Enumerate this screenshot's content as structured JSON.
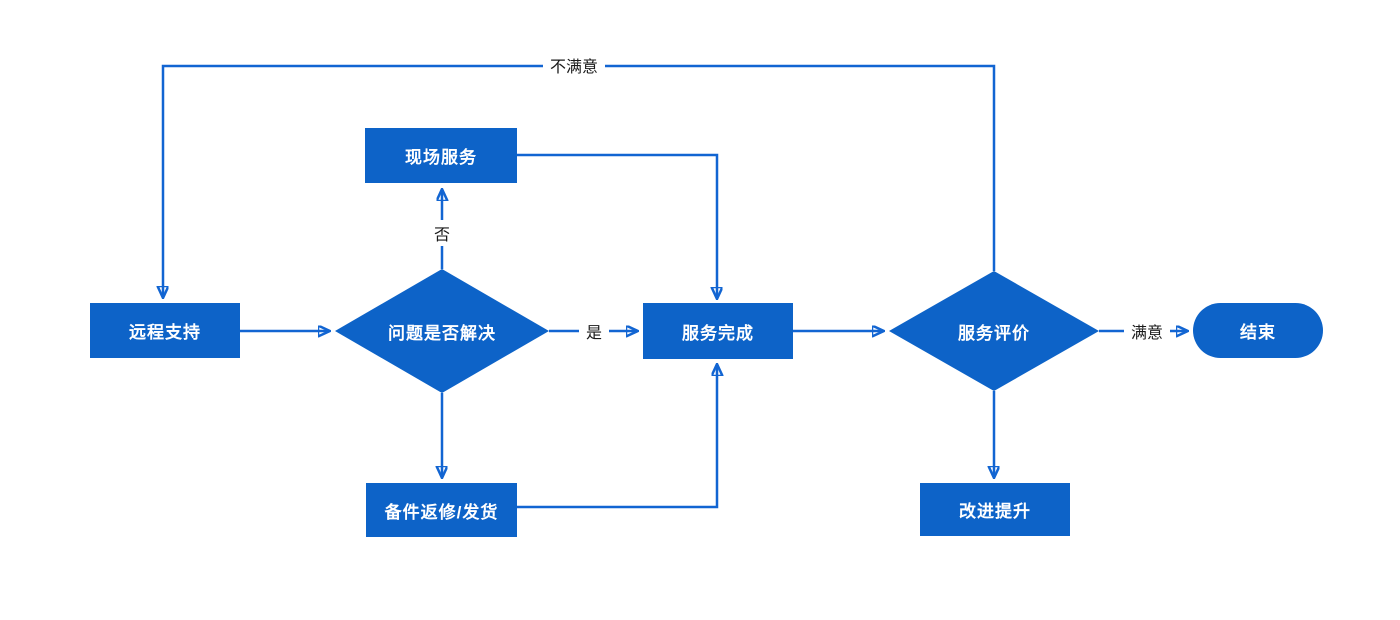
{
  "diagram": {
    "type": "flowchart",
    "background": "#ffffff",
    "colors": {
      "shape_fill": "#0d63c8",
      "connector": "#1265d2",
      "shape_text": "#ffffff",
      "edge_label_text": "#1a1a1a"
    },
    "nodes": [
      {
        "id": "remote-support",
        "type": "process",
        "label": "远程支持"
      },
      {
        "id": "problem-solved",
        "type": "decision",
        "label": "问题是否解决"
      },
      {
        "id": "onsite-service",
        "type": "process",
        "label": "现场服务"
      },
      {
        "id": "service-complete",
        "type": "process",
        "label": "服务完成"
      },
      {
        "id": "parts-repair",
        "type": "process",
        "label": "备件返修/发货"
      },
      {
        "id": "service-evaluation",
        "type": "decision",
        "label": "服务评价"
      },
      {
        "id": "end",
        "type": "terminator",
        "label": "结束"
      },
      {
        "id": "improvement",
        "type": "process",
        "label": "改进提升"
      }
    ],
    "edges": [
      {
        "from": "remote-support",
        "to": "problem-solved",
        "label": ""
      },
      {
        "from": "problem-solved",
        "to": "onsite-service",
        "label": "否"
      },
      {
        "from": "onsite-service",
        "to": "service-complete",
        "label": ""
      },
      {
        "from": "problem-solved",
        "to": "service-complete",
        "label": "是"
      },
      {
        "from": "problem-solved",
        "to": "parts-repair",
        "label": ""
      },
      {
        "from": "parts-repair",
        "to": "service-complete",
        "label": ""
      },
      {
        "from": "service-complete",
        "to": "service-evaluation",
        "label": ""
      },
      {
        "from": "service-evaluation",
        "to": "end",
        "label": "满意"
      },
      {
        "from": "service-evaluation",
        "to": "improvement",
        "label": ""
      },
      {
        "from": "service-evaluation",
        "to": "remote-support",
        "label": "不满意"
      }
    ]
  }
}
